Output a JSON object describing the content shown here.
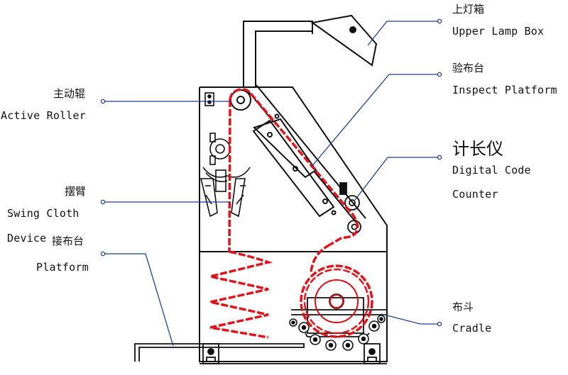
{
  "labels": {
    "upper_lamp_box_zh": "上灯箱",
    "upper_lamp_box_en": "Upper Lamp Box",
    "inspect_platform_zh": "验布台",
    "inspect_platform_en": "Inspect Platform",
    "digital_code_counter_zh": "计长仪",
    "digital_code_counter_en_1": "Digital Code",
    "digital_code_counter_en_2": "Counter",
    "cradle_zh": "布斗",
    "cradle_en": "Cradle",
    "active_roller_zh": "主动辊",
    "active_roller_en": "Active Roller",
    "swing_cloth_zh": "摆臂",
    "swing_cloth_en_1": "Swing Cloth",
    "swing_cloth_en_2": "Device",
    "platform_zh": "接布台",
    "platform_en": "Platform"
  },
  "colors": {
    "line": "#111111",
    "leader": "#1f3f8f",
    "cloth": "#e0141b"
  }
}
